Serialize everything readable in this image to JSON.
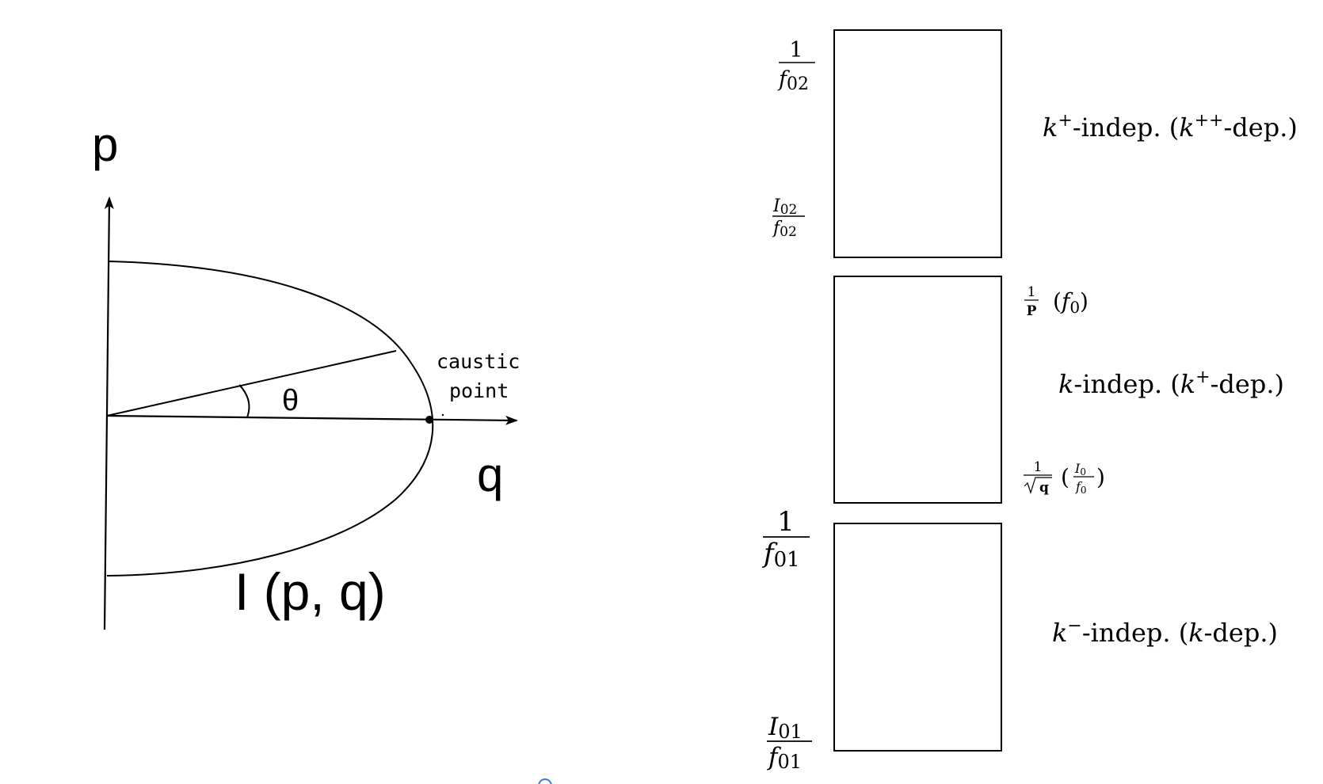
{
  "left_diagram": {
    "axis_p": "p",
    "axis_q": "q",
    "angle": "θ",
    "caustic_line1": "caustic",
    "caustic_line2": "point",
    "curve_label": "I (p, q)"
  },
  "right_diagram": {
    "top_box": {
      "label_top_num": "1",
      "label_top_den_var": "f",
      "label_top_den_sub": "02",
      "label_bottom_num_var": "I",
      "label_bottom_num_sub": "02",
      "label_bottom_den_var": "f",
      "label_bottom_den_sub": "02",
      "side_k": "k",
      "side_k_sup": "+",
      "side_mid": "-indep. (",
      "side_k2": "k",
      "side_k2_sup": "++",
      "side_end": "-dep.)"
    },
    "middle_box": {
      "right_top_num": "1",
      "right_top_den": "P",
      "right_top_paren_var": "f",
      "right_top_paren_sub": "0",
      "side_k": "k",
      "side_mid": "-indep. (",
      "side_k2": "k",
      "side_k2_sup": "+",
      "side_end": "-dep.)",
      "right_bottom_num": "1",
      "right_bottom_den": "q",
      "right_bottom_paren_num_var": "I",
      "right_bottom_paren_num_sub": "0",
      "right_bottom_paren_den_var": "f",
      "right_bottom_paren_den_sub": "0"
    },
    "bottom_box": {
      "label_top_num": "1",
      "label_top_den_var": "f",
      "label_top_den_sub": "01",
      "label_bottom_num_var": "I",
      "label_bottom_num_sub": "01",
      "label_bottom_den_var": "f",
      "label_bottom_den_sub": "01",
      "side_k": "k",
      "side_k_sup": "−",
      "side_mid": "-indep. (",
      "side_k2": "k",
      "side_end": "-dep.)"
    }
  }
}
